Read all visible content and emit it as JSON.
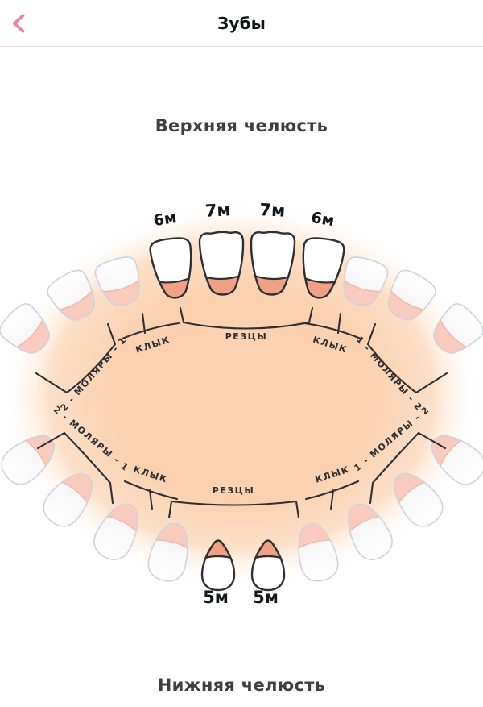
{
  "header": {
    "title": "Зубы",
    "back_icon": "chevron-left"
  },
  "upper_jaw": {
    "title": "Верхняя челюсть",
    "highlighted_teeth": [
      {
        "tooth": "lateral-incisor-left",
        "age_label": "6м"
      },
      {
        "tooth": "central-incisor-left",
        "age_label": "7м"
      },
      {
        "tooth": "central-incisor-right",
        "age_label": "7м"
      },
      {
        "tooth": "lateral-incisor-right",
        "age_label": "6м"
      }
    ],
    "group_labels": {
      "molars_left": "2 - МОЛЯРЫ - 1",
      "canine_left": "КЛЫК",
      "incisors": "РЕЗЦЫ",
      "canine_right": "КЛЫК",
      "molars_right": "1 - МОЛЯРЫ - 2"
    }
  },
  "lower_jaw": {
    "title": "Нижняя челюсть",
    "highlighted_teeth": [
      {
        "tooth": "central-incisor-left",
        "age_label": "5м"
      },
      {
        "tooth": "central-incisor-right",
        "age_label": "5м"
      }
    ],
    "group_labels": {
      "molars_left": "2 - МОЛЯРЫ - 1",
      "canine_left": "КЛЫК",
      "incisors": "РЕЗЦЫ",
      "canine_right": "КЛЫК",
      "molars_right": "1 - МОЛЯРЫ - 2"
    }
  },
  "colors": {
    "accent_pink": "#E8879F",
    "header_border": "#F5DBE1",
    "gum_highlight": "#F0A183",
    "gum_faded": "#F9CBBE",
    "tooth_outline_dark": "#2E2F33",
    "tooth_outline_faded": "#CFD3DC",
    "mouth_gradient_center": "#FCD2B0",
    "title_color": "#3D3F45"
  }
}
